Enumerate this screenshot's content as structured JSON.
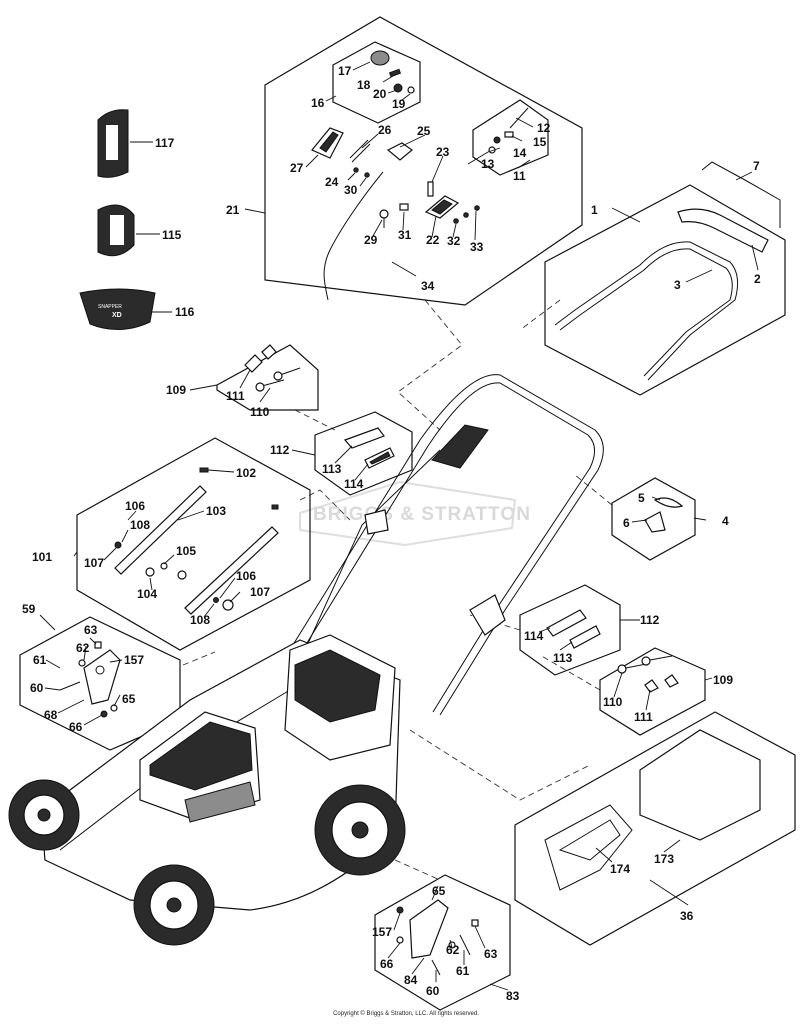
{
  "watermark": "BRIGGS & STRATTON",
  "copyright": "Copyright © Briggs & Stratton, LLC. All rights reserved.",
  "decal_labels": {
    "snapper": "SNAPPER",
    "xd": "XD"
  },
  "callouts": {
    "c1": "1",
    "c2": "2",
    "c3": "3",
    "c4": "4",
    "c5": "5",
    "c6": "6",
    "c7": "7",
    "c11": "11",
    "c12": "12",
    "c13": "13",
    "c14": "14",
    "c15": "15",
    "c16": "16",
    "c17": "17",
    "c18": "18",
    "c19": "19",
    "c20": "20",
    "c21": "21",
    "c22": "22",
    "c23": "23",
    "c24": "24",
    "c25": "25",
    "c26": "26",
    "c27": "27",
    "c29": "29",
    "c30": "30",
    "c31": "31",
    "c32": "32",
    "c33": "33",
    "c34": "34",
    "c36": "36",
    "c59": "59",
    "c60a": "60",
    "c61a": "61",
    "c62a": "62",
    "c63a": "63",
    "c65a": "65",
    "c66a": "66",
    "c68": "68",
    "c157a": "157",
    "c60b": "60",
    "c61b": "61",
    "c62b": "62",
    "c63b": "63",
    "c65b": "65",
    "c66b": "66",
    "c83": "83",
    "c84": "84",
    "c157b": "157",
    "c101": "101",
    "c102": "102",
    "c103": "103",
    "c104": "104",
    "c105": "105",
    "c106a": "106",
    "c106b": "106",
    "c107a": "107",
    "c107b": "107",
    "c108a": "108",
    "c108b": "108",
    "c109a": "109",
    "c110a": "110",
    "c111a": "111",
    "c109b": "109",
    "c110b": "110",
    "c111b": "111",
    "c112a": "112",
    "c113a": "113",
    "c114a": "114",
    "c112b": "112",
    "c113b": "113",
    "c114b": "114",
    "c115": "115",
    "c116": "116",
    "c117": "117",
    "c173": "173",
    "c174": "174"
  }
}
